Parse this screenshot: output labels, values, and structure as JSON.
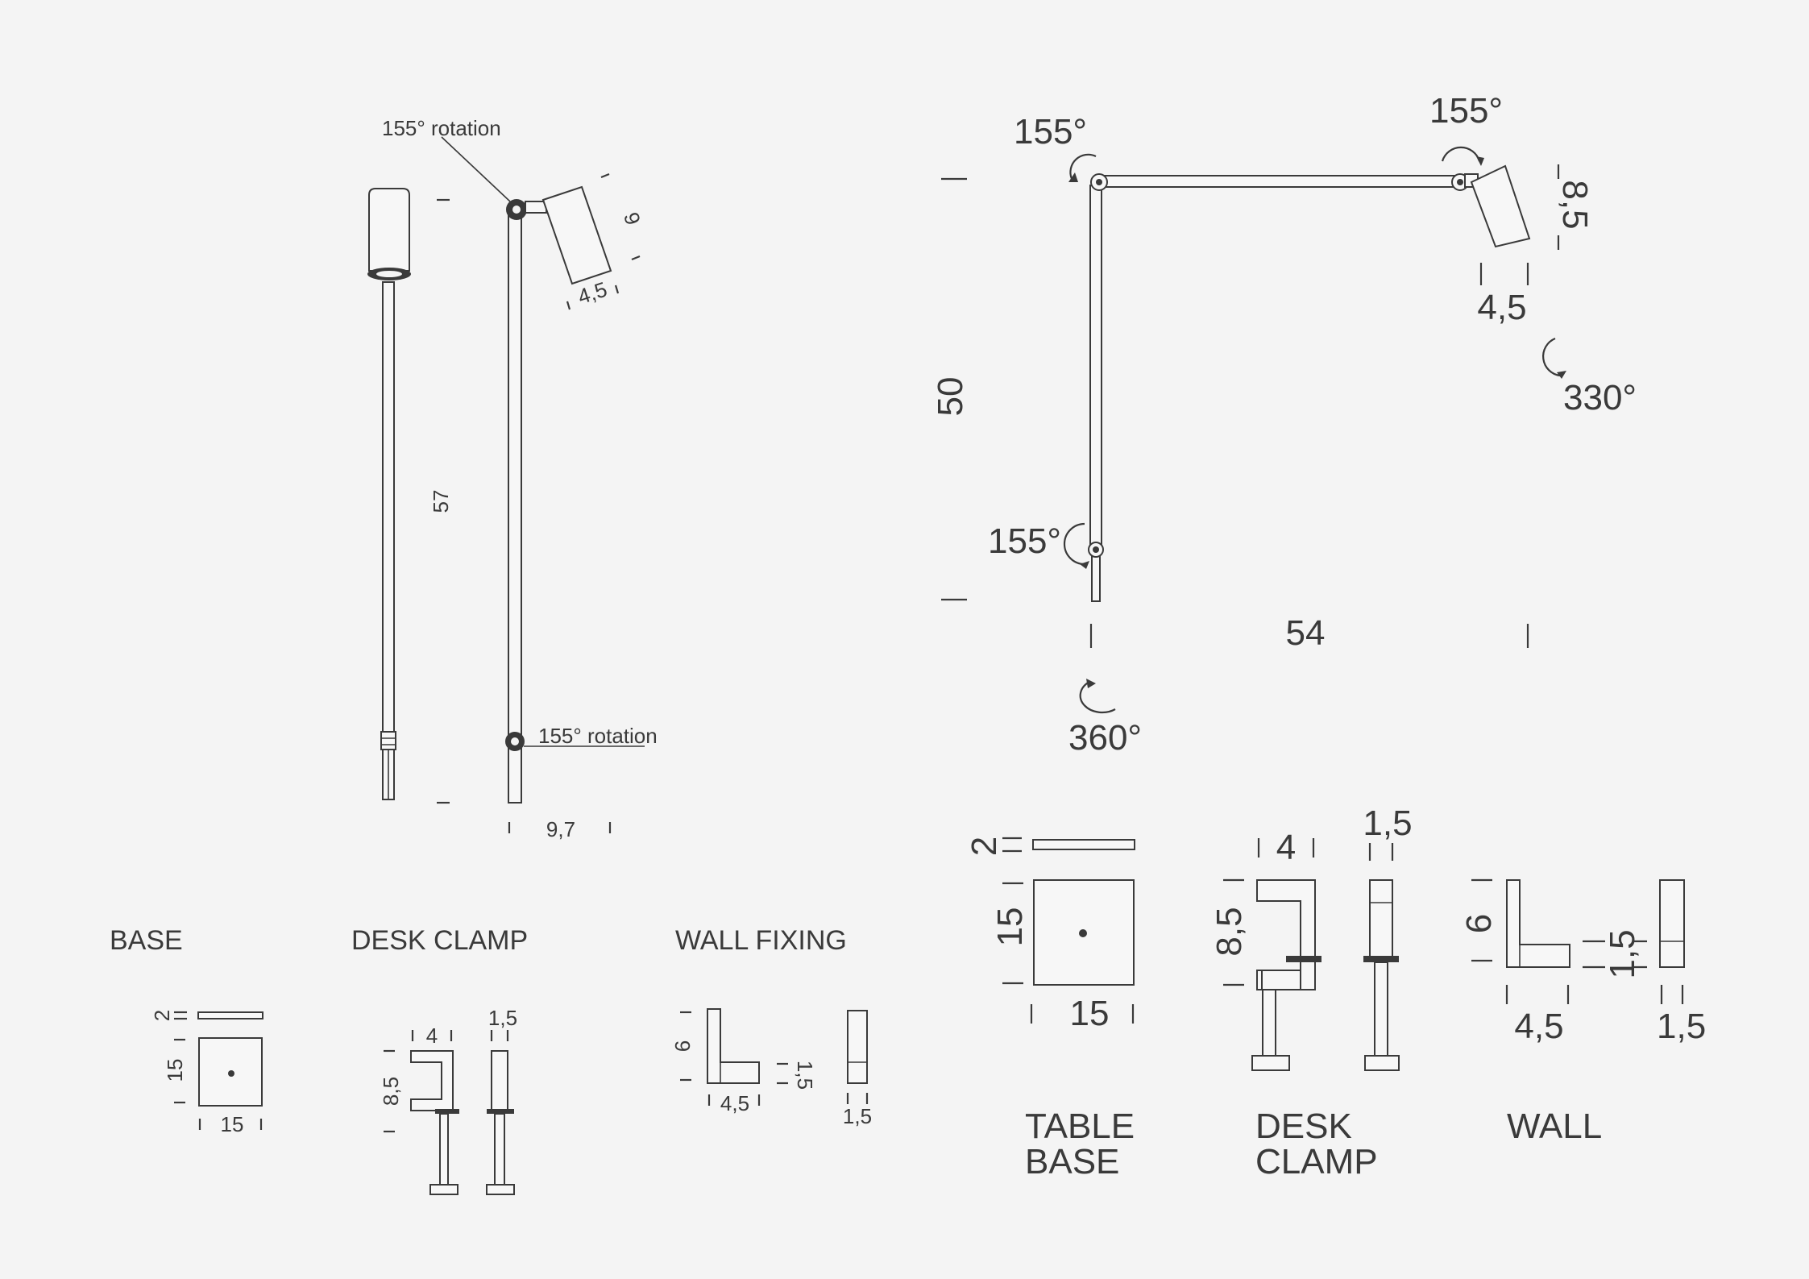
{
  "left": {
    "rotation_top": "155° rotation",
    "height": "57",
    "head_length": "9",
    "head_width": "4,5",
    "rotation_bottom": "155° rotation",
    "reach": "9,7"
  },
  "right": {
    "angle_left": "155°",
    "angle_right": "155°",
    "head_length": "8,5",
    "head_width": "4,5",
    "angle_head": "330°",
    "height": "50",
    "angle_bottom": "155°",
    "width": "54",
    "angle_base": "360°"
  },
  "small_fixings": {
    "base": {
      "title": "BASE",
      "thickness": "2",
      "depth": "15",
      "width": "15"
    },
    "desk_clamp": {
      "title": "DESK CLAMP",
      "top_width": "4",
      "side_width": "1,5",
      "height": "8,5"
    },
    "wall_fixing": {
      "title": "WALL FIXING",
      "height": "6",
      "depth": "4,5",
      "side_height": "1,5",
      "side_width": "1,5"
    }
  },
  "large_fixings": {
    "table_base": {
      "title_line1": "TABLE",
      "title_line2": "BASE",
      "thickness": "2",
      "depth": "15",
      "width": "15"
    },
    "desk_clamp": {
      "title_line1": "DESK",
      "title_line2": "CLAMP",
      "top_width": "4",
      "side_width": "1,5",
      "height": "8,5"
    },
    "wall": {
      "title": "WALL",
      "height": "6",
      "depth": "4,5",
      "side_height": "1,5",
      "side_width": "1,5"
    }
  }
}
